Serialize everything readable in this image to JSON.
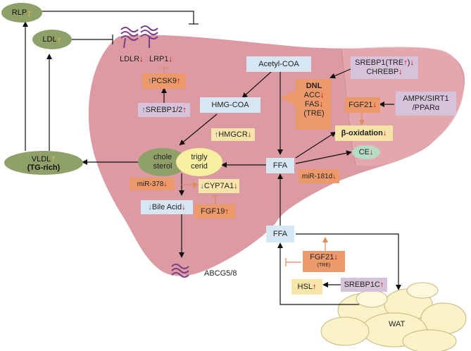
{
  "arrows": {
    "up": "↑",
    "down": "↓"
  },
  "colors": {
    "liver": "#dc9aa2",
    "liver_lobe": "#e3abb1",
    "olive": "#8fa069",
    "blue_box": "#d6e6f3",
    "orange_box": "#ec9a6c",
    "yellow_box": "#f6e4a9",
    "lavender_box": "#d7c3d9",
    "up_red": "#c00000",
    "up_blue": "#2f6db5",
    "lipoprotein_arrow": "#f0c040"
  },
  "nodes": {
    "rlp": "RLP",
    "ldl": "LDL",
    "vldl_line1": "VLDL",
    "vldl_line2": "(TG-rich)",
    "ldlr": "LDLR",
    "lrp1": "LRP1",
    "pcsk9": "PCSK9",
    "srebp12": "SREBP1/2",
    "acetyl_coa": "Acetyl-COA",
    "hmg_coa": "HMG-COA",
    "hmgcr": "HMGCR",
    "dnl_title": "DNL",
    "acc": "ACC",
    "fas": "FAS",
    "tre": "(TRE)",
    "srebp1_tre": "SREBP1(TRE",
    "chrebp": "CHREBP",
    "fgf21_liver": "FGF21",
    "ampk": "AMPK/SIRT1",
    "ppara": "/PPARα",
    "beta_oxidation": "β-oxidation",
    "ce": "CE",
    "cholesterol_line1": "chole",
    "cholesterol_line2": "sterol",
    "triglyceride_line1": "trigly",
    "triglyceride_line2": "cerid",
    "ffa_liver": "FFA",
    "mir181d": "miR-181d",
    "mir378": "miR-378",
    "cyp7a1": "CYP7A1",
    "fgf19": "FGF19",
    "bile_acid": "Bile Acid",
    "abcg58": "ABCG5/8",
    "ffa_blood": "FFA",
    "fgf21_adipose": "FGF21",
    "fgf21_adipose_sub": "(TRE)",
    "srebp1c": "SREBP1C",
    "hsl": "HSL",
    "wat": "WAT"
  }
}
